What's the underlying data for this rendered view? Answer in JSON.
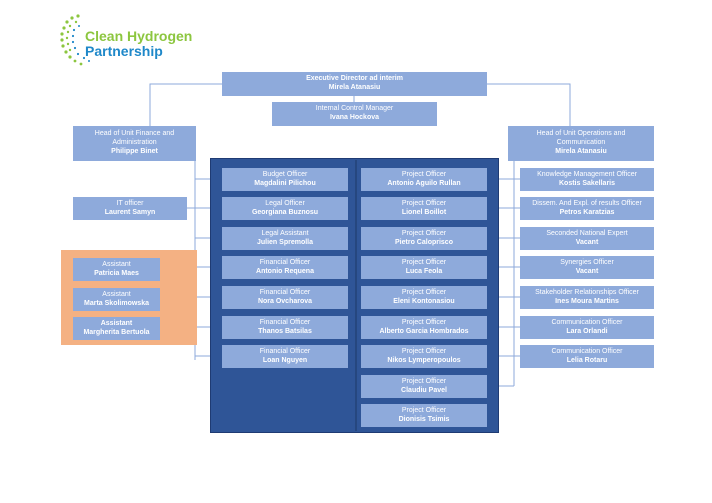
{
  "logo": {
    "line1": "Clean Hydrogen",
    "line2": "Partnership"
  },
  "colors": {
    "box": "#8eaadb",
    "panel": "#2f5597",
    "highlight": "#f4b183",
    "connector": "#8eaadb"
  },
  "executive": {
    "role": "Executive Director ad interim",
    "name": "Mirela Atanasiu"
  },
  "internal_control": {
    "role": "Internal Control Manager",
    "name": "Ivana Hockova"
  },
  "head_finance": {
    "role": "Head of Unit Finance and Administration",
    "name": "Philippe Binet"
  },
  "head_operations": {
    "role": "Head of Unit Operations and Communication",
    "name": "Mirela Atanasiu"
  },
  "it_officer": {
    "role": "IT officer",
    "name": "Laurent Samyn"
  },
  "assistants": [
    {
      "role": "Assistant",
      "name": "Patricia Maes"
    },
    {
      "role": "Assistant",
      "name": "Marta Skolimowska"
    },
    {
      "role": "Assistant",
      "name": "Margherita Bertuola"
    }
  ],
  "finance_column": [
    {
      "role": "Budget Officer",
      "name": "Magdalini Pilichou"
    },
    {
      "role": "Legal Officer",
      "name": "Georgiana Buznosu"
    },
    {
      "role": "Legal Assistant",
      "name": "Julien Spremolla"
    },
    {
      "role": "Financial Officer",
      "name": "Antonio Requena"
    },
    {
      "role": "Financial Officer",
      "name": "Nora Ovcharova"
    },
    {
      "role": "Financial Officer",
      "name": "Thanos Batsilas"
    },
    {
      "role": "Financial Officer",
      "name": "Loan Nguyen"
    }
  ],
  "project_column": [
    {
      "role": "Project Officer",
      "name": "Antonio Aguilo Rullan"
    },
    {
      "role": "Project Officer",
      "name": "Lionel Boillot"
    },
    {
      "role": "Project Officer",
      "name": "Pietro Caloprisco"
    },
    {
      "role": "Project Officer",
      "name": "Luca Feola"
    },
    {
      "role": "Project Officer",
      "name": "Eleni Kontonasiou"
    },
    {
      "role": "Project Officer",
      "name": "Alberto Garcia Hombrados"
    },
    {
      "role": "Project Officer",
      "name": "Nikos Lymperopoulos"
    },
    {
      "role": "Project Officer",
      "name": "Claudiu Pavel"
    },
    {
      "role": "Project Officer",
      "name": "Dionisis Tsimis"
    }
  ],
  "operations_column": [
    {
      "role": "Knowledge Management Officer",
      "name": "Kostis Sakellaris"
    },
    {
      "role": "Dissem. And Expl. of results Officer",
      "name": "Petros Karatzias"
    },
    {
      "role": "Seconded National Expert",
      "name": "Vacant"
    },
    {
      "role": "Synergies Officer",
      "name": "Vacant"
    },
    {
      "role": "Stakeholder Relationships Officer",
      "name": "Ines Moura Martins"
    },
    {
      "role": "Communication Officer",
      "name": "Lara Orlandi"
    },
    {
      "role": "Communication Officer",
      "name": "Lelia Rotaru"
    }
  ]
}
